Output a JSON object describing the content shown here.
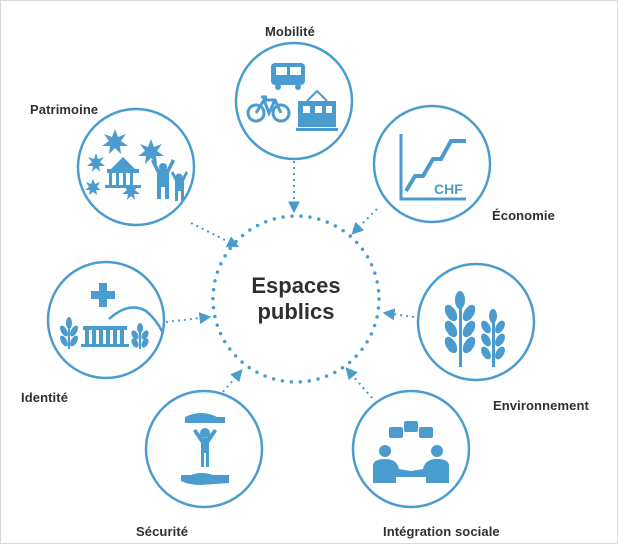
{
  "center": {
    "line1": "Espaces",
    "line2": "publics"
  },
  "nodes": [
    {
      "id": "mobilite",
      "label": "Mobilité",
      "icon": "bus-bicycle-train-icon"
    },
    {
      "id": "economie",
      "label": "Économie",
      "icon": "chf-growth-chart-icon",
      "icon_text": "CHF"
    },
    {
      "id": "environnement",
      "label": "Environnement",
      "icon": "wheat-icon"
    },
    {
      "id": "integration",
      "label": "Intégration sociale",
      "icon": "people-conversation-icon"
    },
    {
      "id": "securite",
      "label": "Sécurité",
      "icon": "protecting-hands-icon"
    },
    {
      "id": "identite",
      "label": "Identité",
      "icon": "village-landscape-icon"
    },
    {
      "id": "patrimoine",
      "label": "Patrimoine",
      "icon": "heritage-celebration-icon"
    }
  ],
  "colors": {
    "accent": "#4a9ccf",
    "text": "#2e3033",
    "background": "#ffffff"
  }
}
